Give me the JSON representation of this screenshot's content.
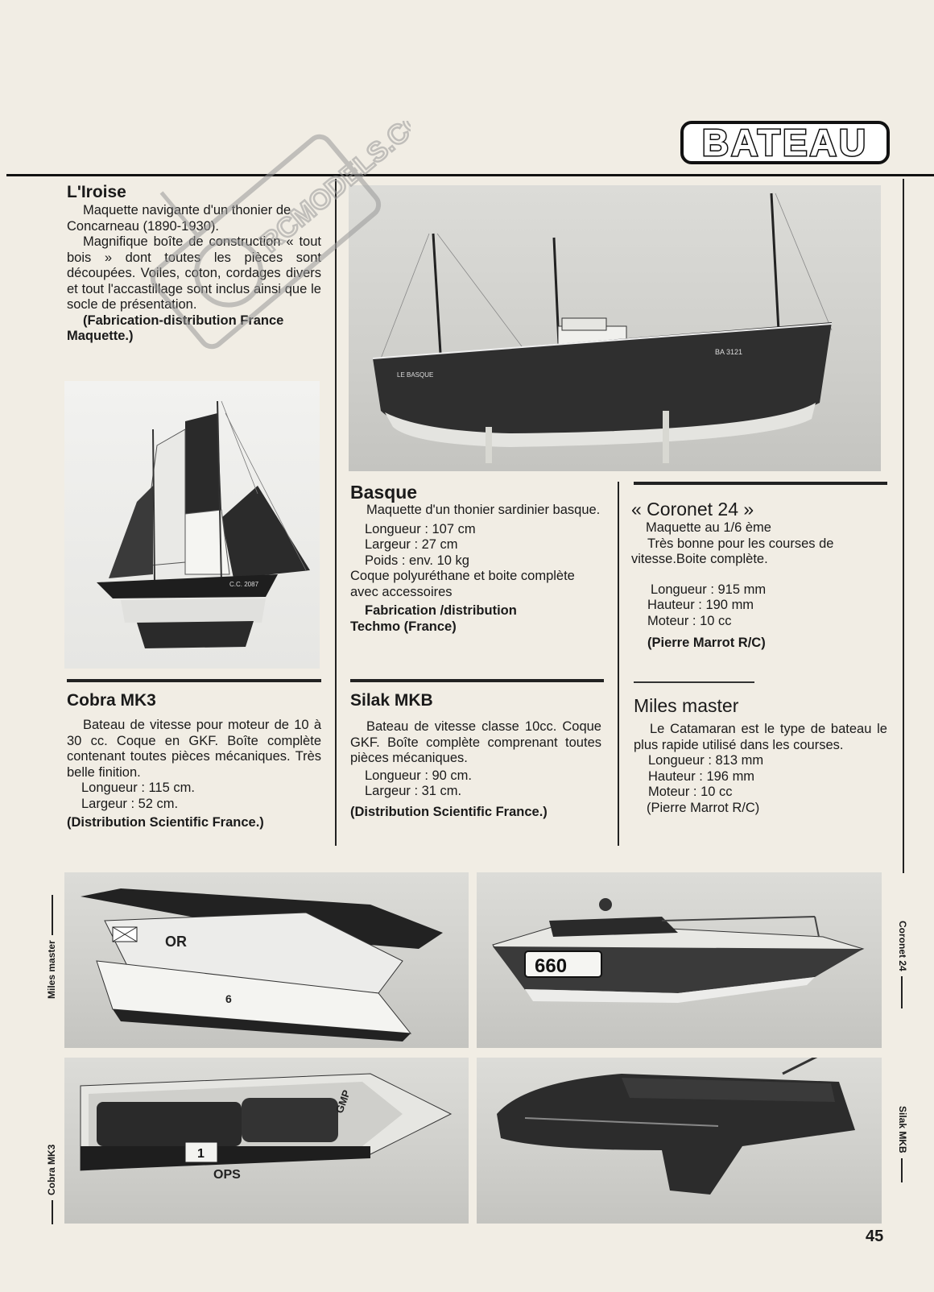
{
  "header": {
    "section_title": "BATEAU"
  },
  "iroise": {
    "title": "L'Iroise",
    "line1": "Maquette navigante d'un thonier de Concarneau (1890-1930).",
    "line2": "Magnifique boîte de construction « tout bois » dont toutes les pièces sont découpées. Voiles, coton, cordages divers et tout l'accastillage sont inclus ainsi que le socle de présentation.",
    "credit": "(Fabrication-distribution France Maquette.)"
  },
  "basque": {
    "title": "Basque",
    "desc": "Maquette d'un thonier sardinier basque.",
    "length": "Longueur : 107 cm",
    "width": "Largeur : 27 cm",
    "weight": "Poids : env. 10 kg",
    "hull": "Coque polyuréthane et boite complète avec accessoires",
    "credit1": "Fabrication /distribution",
    "credit2": "Techmo (France)"
  },
  "coronet": {
    "title": "« Coronet 24 »",
    "scale": "Maquette au 1/6 ème",
    "desc": "Très bonne pour les courses de vitesse.Boite complète.",
    "length": "Longueur : 915 mm",
    "height": "Hauteur : 190 mm",
    "motor": "Moteur : 10 cc",
    "credit": "(Pierre Marrot R/C)"
  },
  "cobra": {
    "title": "Cobra MK3",
    "desc": "Bateau de vitesse pour moteur de 10 à 30 cc. Coque en GKF. Boîte complète contenant toutes pièces mécaniques. Très belle finition.",
    "length": "Longueur : 115 cm.",
    "width": "Largeur : 52 cm.",
    "credit": "(Distribution Scientific France.)"
  },
  "silak": {
    "title": "Silak MKB",
    "desc": "Bateau de vitesse classe 10cc. Coque GKF. Boîte complète comprenant toutes pièces mécaniques.",
    "length": "Longueur : 90 cm.",
    "width": "Largeur : 31 cm.",
    "credit": "(Distribution Scientific France.)"
  },
  "miles": {
    "title": "Miles master",
    "desc": "Le Catamaran est le type de bateau le plus rapide utilisé dans les courses.",
    "length": "Longueur : 813 mm",
    "height": "Hauteur : 196 mm",
    "motor": "Moteur : 10 cc",
    "credit": "(Pierre Marrot R/C)"
  },
  "side_labels": {
    "left_top": "Miles master",
    "left_bottom": "Cobra MK3",
    "right_top": "Coronet 24",
    "right_bottom": "Silak MKB"
  },
  "photo_text": {
    "basque_name": "LE BASQUE",
    "basque_reg": "BA 3121",
    "iroise_reg": "C.C. 2087",
    "miles_code": "OR",
    "miles_num": "6",
    "coronet_num": "660",
    "cobra_brand": "GMP",
    "cobra_ops": "OPS",
    "cobra_num": "1"
  },
  "watermark": {
    "text": "RCMODELS.COM"
  },
  "page_number": "45"
}
